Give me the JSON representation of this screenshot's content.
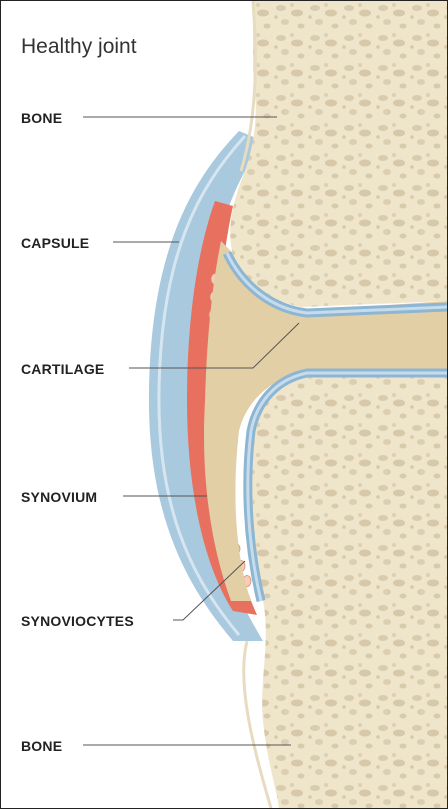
{
  "title": "Healthy joint",
  "labels": {
    "bone_top": "BONE",
    "capsule": "CAPSULE",
    "cartilage": "CARTILAGE",
    "synovium": "SYNOVIUM",
    "synoviocytes": "SYNOVIOCYTES",
    "bone_bottom": "BONE"
  },
  "colors": {
    "bone": "#f3ead2",
    "bone_spongy": "#dcd0b4",
    "cartilage": "#e2cfa6",
    "capsule": "#a9c9df",
    "synovium": "#e8705f",
    "leader_line": "#555555"
  }
}
